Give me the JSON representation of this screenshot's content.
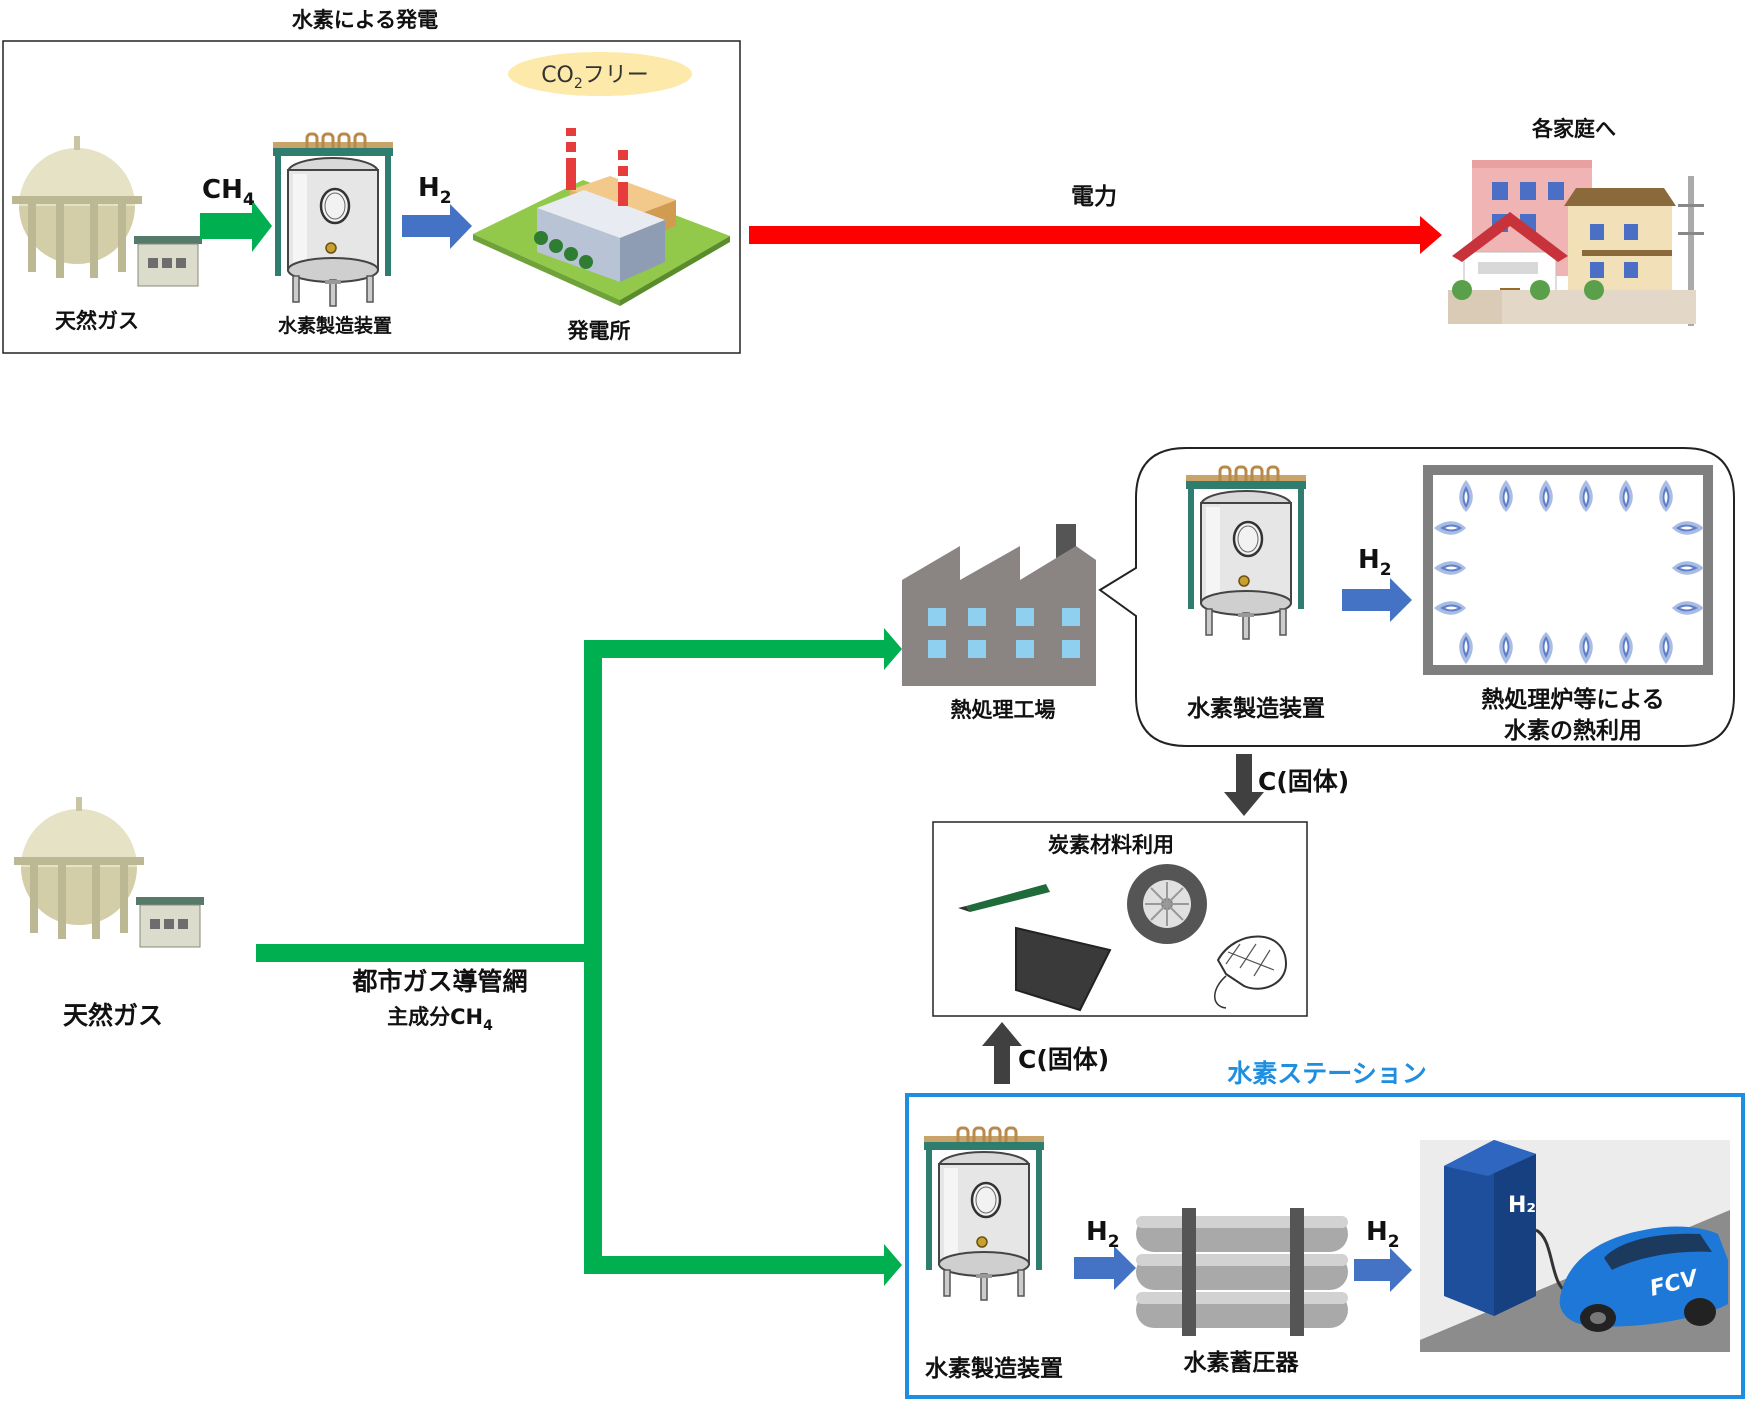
{
  "top_section": {
    "title": "水素による発電",
    "co2_badge_main": "CO",
    "co2_badge_sub": "2",
    "co2_badge_suffix": "フリー",
    "natural_gas_label": "天然ガス",
    "ch4_main": "CH",
    "ch4_sub": "4",
    "h2_main": "H",
    "h2_sub": "2",
    "device_label": "水素製造装置",
    "plant_label": "発電所",
    "power_label": "電力",
    "homes_label": "各家庭へ"
  },
  "bottom_section": {
    "natural_gas_label": "天然ガス",
    "pipeline_label": "都市ガス導管網",
    "main_component_prefix": "主成分CH",
    "main_component_sub": "4",
    "factory_label": "熱処理工場",
    "callout": {
      "device_label": "水素製造装置",
      "h2_main": "H",
      "h2_sub": "2",
      "furnace_label_line1": "熱処理炉等による",
      "furnace_label_line2": "水素の熱利用"
    },
    "carbon_solid_top": "C(固体)",
    "carbon_box_title": "炭素材料利用",
    "carbon_solid_bottom": "C(固体)",
    "station": {
      "title": "水素ステーション",
      "device_label": "水素製造装置",
      "h2_main": "H",
      "h2_sub": "2",
      "storage_label": "水素蓄圧器",
      "h2b_main": "H",
      "h2b_sub": "2",
      "dispenser_text": "H₂",
      "car_text": "FCV"
    }
  },
  "colors": {
    "green_arrow": "#00b050",
    "blue_arrow": "#4472c4",
    "red_arrow": "#ff0000",
    "dark_arrow": "#404040",
    "station_border": "#1e8fe0",
    "co2_badge": "#fde9a9",
    "furnace_frame": "#7f7f7f"
  },
  "icons": [
    "gas-tank-icon",
    "reactor-icon",
    "power-plant-icon",
    "houses-icon",
    "factory-icon",
    "flame-icon",
    "pencil-icon",
    "tire-icon",
    "carbon-sheet-icon",
    "nanotube-icon",
    "storage-cylinder-icon",
    "fuel-dispenser-icon",
    "fcv-car-icon"
  ]
}
